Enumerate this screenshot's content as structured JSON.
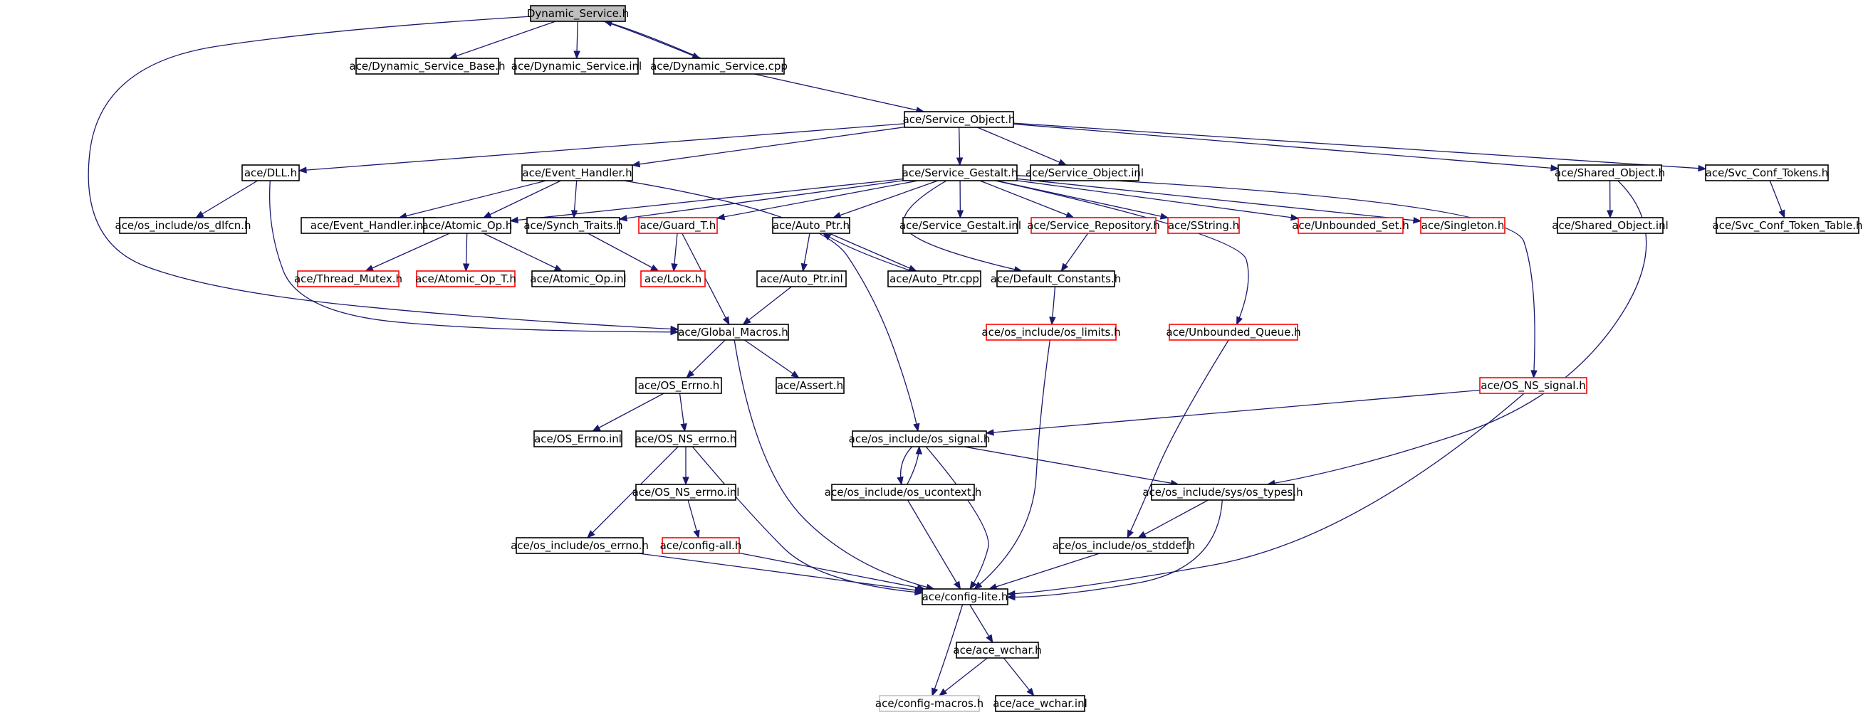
{
  "colors": {
    "background": "#ffffff",
    "edge": "#191970",
    "node_border_normal": "#000000",
    "node_border_truncated": "#ff0000",
    "node_border_missing": "#bfbfbf",
    "root_fill": "#bfbfbf",
    "node_fill": "#ffffff",
    "label": "#000000"
  },
  "graph": {
    "nodes": [
      {
        "id": "root",
        "label": "Dynamic_Service.h",
        "style": "root"
      },
      {
        "id": "dsbase",
        "label": "ace/Dynamic_Service_Base.h",
        "style": "normal"
      },
      {
        "id": "dsinl",
        "label": "ace/Dynamic_Service.inl",
        "style": "normal"
      },
      {
        "id": "dscpp",
        "label": "ace/Dynamic_Service.cpp",
        "style": "normal"
      },
      {
        "id": "svcobj",
        "label": "ace/Service_Object.h",
        "style": "normal"
      },
      {
        "id": "dll",
        "label": "ace/DLL.h",
        "style": "normal"
      },
      {
        "id": "evh",
        "label": "ace/Event_Handler.h",
        "style": "normal"
      },
      {
        "id": "gestalt",
        "label": "ace/Service_Gestalt.h",
        "style": "normal"
      },
      {
        "id": "soinl",
        "label": "ace/Service_Object.inl",
        "style": "normal"
      },
      {
        "id": "shobj",
        "label": "ace/Shared_Object.h",
        "style": "normal"
      },
      {
        "id": "tokens",
        "label": "ace/Svc_Conf_Tokens.h",
        "style": "normal"
      },
      {
        "id": "dlfcn",
        "label": "ace/os_include/os_dlfcn.h",
        "style": "normal"
      },
      {
        "id": "evhinl",
        "label": "ace/Event_Handler.inl",
        "style": "normal"
      },
      {
        "id": "atomic",
        "label": "ace/Atomic_Op.h",
        "style": "normal"
      },
      {
        "id": "synch",
        "label": "ace/Synch_Traits.h",
        "style": "normal"
      },
      {
        "id": "guard",
        "label": "ace/Guard_T.h",
        "style": "truncated"
      },
      {
        "id": "autoptr",
        "label": "ace/Auto_Ptr.h",
        "style": "normal"
      },
      {
        "id": "gestaltinl",
        "label": "ace/Service_Gestalt.inl",
        "style": "normal"
      },
      {
        "id": "svcrepo",
        "label": "ace/Service_Repository.h",
        "style": "truncated"
      },
      {
        "id": "sstring",
        "label": "ace/SString.h",
        "style": "truncated"
      },
      {
        "id": "unbset",
        "label": "ace/Unbounded_Set.h",
        "style": "truncated"
      },
      {
        "id": "singleton",
        "label": "ace/Singleton.h",
        "style": "truncated"
      },
      {
        "id": "shobjinl",
        "label": "ace/Shared_Object.inl",
        "style": "normal"
      },
      {
        "id": "toktable",
        "label": "ace/Svc_Conf_Token_Table.h",
        "style": "normal"
      },
      {
        "id": "thrmutex",
        "label": "ace/Thread_Mutex.h",
        "style": "truncated"
      },
      {
        "id": "atomict",
        "label": "ace/Atomic_Op_T.h",
        "style": "truncated"
      },
      {
        "id": "atomicinl",
        "label": "ace/Atomic_Op.inl",
        "style": "normal"
      },
      {
        "id": "lock",
        "label": "ace/Lock.h",
        "style": "truncated"
      },
      {
        "id": "autoptrinl",
        "label": "ace/Auto_Ptr.inl",
        "style": "normal"
      },
      {
        "id": "autoptrcpp",
        "label": "ace/Auto_Ptr.cpp",
        "style": "normal"
      },
      {
        "id": "defconst",
        "label": "ace/Default_Constants.h",
        "style": "normal"
      },
      {
        "id": "globmac",
        "label": "ace/Global_Macros.h",
        "style": "normal"
      },
      {
        "id": "oslimits",
        "label": "ace/os_include/os_limits.h",
        "style": "truncated"
      },
      {
        "id": "unbqueue",
        "label": "ace/Unbounded_Queue.h",
        "style": "truncated"
      },
      {
        "id": "oserrno",
        "label": "ace/OS_Errno.h",
        "style": "normal"
      },
      {
        "id": "assert",
        "label": "ace/Assert.h",
        "style": "normal"
      },
      {
        "id": "nssignal",
        "label": "ace/OS_NS_signal.h",
        "style": "truncated"
      },
      {
        "id": "oserrnoinl",
        "label": "ace/OS_Errno.inl",
        "style": "normal"
      },
      {
        "id": "nserrno",
        "label": "ace/OS_NS_errno.h",
        "style": "normal"
      },
      {
        "id": "ossignal",
        "label": "ace/os_include/os_signal.h",
        "style": "normal"
      },
      {
        "id": "nserrnoinl",
        "label": "ace/OS_NS_errno.inl",
        "style": "normal"
      },
      {
        "id": "ucontext",
        "label": "ace/os_include/os_ucontext.h",
        "style": "normal"
      },
      {
        "id": "systypes",
        "label": "ace/os_include/sys/os_types.h",
        "style": "normal"
      },
      {
        "id": "oserrnoh",
        "label": "ace/os_include/os_errno.h",
        "style": "normal"
      },
      {
        "id": "configall",
        "label": "ace/config-all.h",
        "style": "truncated"
      },
      {
        "id": "stddef",
        "label": "ace/os_include/os_stddef.h",
        "style": "normal"
      },
      {
        "id": "configlite",
        "label": "ace/config-lite.h",
        "style": "normal"
      },
      {
        "id": "acewchar",
        "label": "ace/ace_wchar.h",
        "style": "normal"
      },
      {
        "id": "configmacros",
        "label": "ace/config-macros.h",
        "style": "missing"
      },
      {
        "id": "acewcharinl",
        "label": "ace/ace_wchar.inl",
        "style": "normal"
      }
    ],
    "edges": [
      {
        "from": "root",
        "to": "dsbase"
      },
      {
        "from": "root",
        "to": "dsinl"
      },
      {
        "from": "root",
        "to": "dscpp"
      },
      {
        "from": "root",
        "to": "globmac"
      },
      {
        "from": "dscpp",
        "to": "root"
      },
      {
        "from": "dscpp",
        "to": "svcobj"
      },
      {
        "from": "svcobj",
        "to": "dll"
      },
      {
        "from": "svcobj",
        "to": "evh"
      },
      {
        "from": "svcobj",
        "to": "gestalt"
      },
      {
        "from": "svcobj",
        "to": "soinl"
      },
      {
        "from": "svcobj",
        "to": "shobj"
      },
      {
        "from": "svcobj",
        "to": "tokens"
      },
      {
        "from": "dll",
        "to": "dlfcn"
      },
      {
        "from": "dll",
        "to": "globmac"
      },
      {
        "from": "evh",
        "to": "evhinl"
      },
      {
        "from": "evh",
        "to": "atomic"
      },
      {
        "from": "evh",
        "to": "synch"
      },
      {
        "from": "evh",
        "to": "ossignal"
      },
      {
        "from": "gestalt",
        "to": "atomic"
      },
      {
        "from": "gestalt",
        "to": "synch"
      },
      {
        "from": "gestalt",
        "to": "guard"
      },
      {
        "from": "gestalt",
        "to": "autoptr"
      },
      {
        "from": "gestalt",
        "to": "gestaltinl"
      },
      {
        "from": "gestalt",
        "to": "svcrepo"
      },
      {
        "from": "gestalt",
        "to": "sstring"
      },
      {
        "from": "gestalt",
        "to": "unbset"
      },
      {
        "from": "gestalt",
        "to": "singleton"
      },
      {
        "from": "gestalt",
        "to": "defconst"
      },
      {
        "from": "gestalt",
        "to": "unbqueue"
      },
      {
        "from": "gestalt",
        "to": "nssignal"
      },
      {
        "from": "shobj",
        "to": "shobjinl"
      },
      {
        "from": "shobj",
        "to": "systypes"
      },
      {
        "from": "tokens",
        "to": "toktable"
      },
      {
        "from": "atomic",
        "to": "thrmutex"
      },
      {
        "from": "atomic",
        "to": "atomict"
      },
      {
        "from": "atomic",
        "to": "atomicinl"
      },
      {
        "from": "synch",
        "to": "lock"
      },
      {
        "from": "guard",
        "to": "lock"
      },
      {
        "from": "guard",
        "to": "globmac"
      },
      {
        "from": "autoptr",
        "to": "autoptrinl"
      },
      {
        "from": "autoptr",
        "to": "autoptrcpp"
      },
      {
        "from": "autoptrcpp",
        "to": "autoptr"
      },
      {
        "from": "autoptrinl",
        "to": "globmac"
      },
      {
        "from": "svcrepo",
        "to": "defconst"
      },
      {
        "from": "defconst",
        "to": "oslimits"
      },
      {
        "from": "oslimits",
        "to": "configlite"
      },
      {
        "from": "unbqueue",
        "to": "stddef"
      },
      {
        "from": "globmac",
        "to": "oserrno"
      },
      {
        "from": "globmac",
        "to": "assert"
      },
      {
        "from": "globmac",
        "to": "configlite"
      },
      {
        "from": "oserrno",
        "to": "oserrnoinl"
      },
      {
        "from": "oserrno",
        "to": "nserrno"
      },
      {
        "from": "nserrno",
        "to": "nserrnoinl"
      },
      {
        "from": "nserrno",
        "to": "oserrnoh"
      },
      {
        "from": "nserrno",
        "to": "configlite"
      },
      {
        "from": "nserrnoinl",
        "to": "configall"
      },
      {
        "from": "nssignal",
        "to": "ossignal"
      },
      {
        "from": "nssignal",
        "to": "configlite"
      },
      {
        "from": "ossignal",
        "to": "ucontext"
      },
      {
        "from": "ossignal",
        "to": "systypes"
      },
      {
        "from": "ossignal",
        "to": "configlite"
      },
      {
        "from": "ucontext",
        "to": "ossignal"
      },
      {
        "from": "ucontext",
        "to": "configlite"
      },
      {
        "from": "systypes",
        "to": "stddef"
      },
      {
        "from": "systypes",
        "to": "configlite"
      },
      {
        "from": "oserrnoh",
        "to": "configlite"
      },
      {
        "from": "configall",
        "to": "configlite"
      },
      {
        "from": "stddef",
        "to": "configlite"
      },
      {
        "from": "configlite",
        "to": "acewchar"
      },
      {
        "from": "configlite",
        "to": "configmacros"
      },
      {
        "from": "acewchar",
        "to": "configmacros"
      },
      {
        "from": "acewchar",
        "to": "acewcharinl"
      }
    ]
  }
}
